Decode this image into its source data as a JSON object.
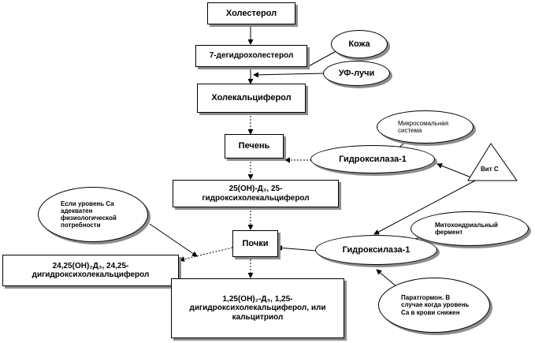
{
  "diagram": {
    "nodes": {
      "cholesterol": "Холестерол",
      "dehydrocholesterol": "7-дегидрохолестерол",
      "skin": "Кожа",
      "uv_rays": "УФ-лучи",
      "cholecalciferol": "Холекальциферол",
      "liver": "Печень",
      "microsomal_system": "Микросомальная система",
      "hydroxylase_liver": "Гидроксилаза-1",
      "vit_c": "Вит С",
      "hydroxy_25": "25(OH)-Д₃, 25-гидроксихолекальциферол",
      "ca_adequate": "Если уровень Са адекватен физиологической потребности",
      "mitochondrial_enzyme": "Митохондриальный фермент",
      "kidneys": "Почки",
      "hydroxylase_kidney": "Гидроксилаза-1",
      "dihydroxy_2425": "24,25(OH)₂Д₃, 24,25-дигидроксихолекальциферол",
      "dihydroxy_125": "1,25(OH)₂-Д₃, 1,25-дигидроксихолекальциферол, или кальцитриол",
      "parathormone": "Паратгормон. В случае когда уровень Са в крови снижен"
    }
  }
}
